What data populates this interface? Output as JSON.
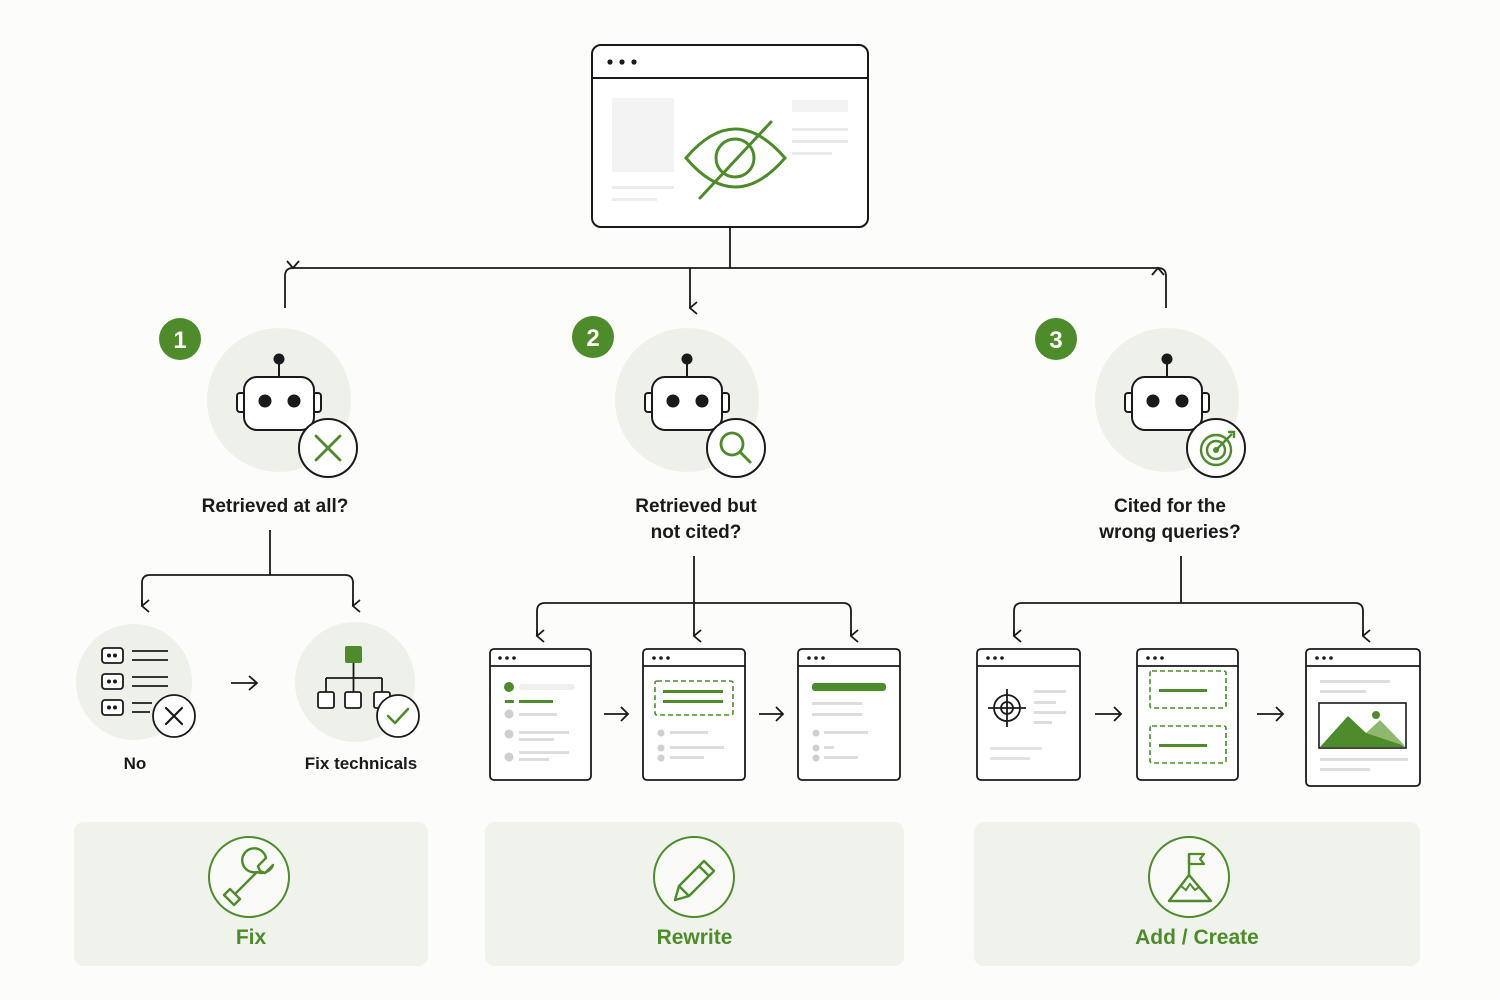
{
  "colors": {
    "accent": "#4e8b2a",
    "line": "#1a1a1a",
    "soft_circle": "#eef1ea",
    "card_bg": "#f0f2ec"
  },
  "root": {
    "icon": "hidden-eye-icon"
  },
  "branches": [
    {
      "number": "1",
      "question": "Retrieved at all?",
      "icon": "robot-icon",
      "status_icon": "x-mark-icon",
      "outcomes": [
        {
          "label": "No",
          "icon": "list-rejected-icon"
        },
        {
          "label": "Fix technicals",
          "icon": "sitemap-check-icon"
        }
      ],
      "action": {
        "label": "Fix",
        "icon": "wrench-icon"
      }
    },
    {
      "number": "2",
      "question_line1": "Retrieved but",
      "question_line2": "not cited?",
      "icon": "robot-icon",
      "status_icon": "magnifier-icon",
      "action": {
        "label": "Rewrite",
        "icon": "pencil-icon"
      }
    },
    {
      "number": "3",
      "question_line1": "Cited for the",
      "question_line2": "wrong queries?",
      "icon": "robot-icon",
      "status_icon": "target-icon",
      "action": {
        "label": "Add / Create",
        "icon": "mountain-flag-icon"
      }
    }
  ]
}
